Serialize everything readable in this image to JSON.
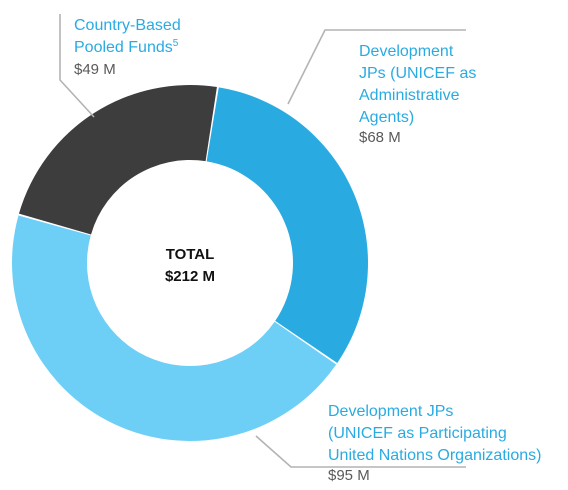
{
  "chart_data": {
    "type": "pie",
    "donut": true,
    "center_label": [
      "TOTAL",
      "$212 M"
    ],
    "total": 212,
    "unit": "$M",
    "slices": [
      {
        "label_lines": [
          "Development",
          "JPs (UNICEF as",
          "Administrative",
          "Agents)"
        ],
        "value": 68,
        "value_label": "$68 M",
        "color": "#29ABE2"
      },
      {
        "label_lines": [
          "Development JPs",
          "(UNICEF as Participating",
          "United Nations Organizations)"
        ],
        "value": 95,
        "value_label": "$95 M",
        "color": "#6DCFF6"
      },
      {
        "label_lines": [
          "Country-Based",
          "Pooled Funds"
        ],
        "footnote": "5",
        "value": 49,
        "value_label": "$49 M",
        "color": "#3D3D3D"
      }
    ],
    "label_color": "#29ABE2",
    "value_color": "#595959",
    "leader_color": "#B3B3B3"
  }
}
